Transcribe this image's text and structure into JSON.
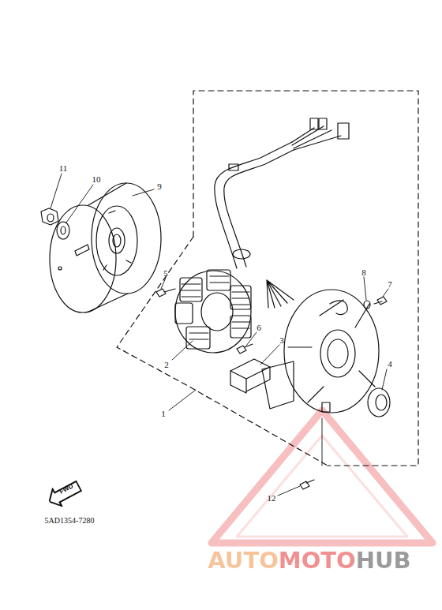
{
  "diagram": {
    "nodes": [
      {
        "text": [
          "FWD"
        ]
      }
    ],
    "labels": [
      "11",
      "10",
      "9",
      "5",
      "8",
      "7",
      "6",
      "3",
      "2",
      "4",
      "1",
      "12",
      "5AD1354-7280",
      "AUTOMOTOHUB"
    ]
  }
}
